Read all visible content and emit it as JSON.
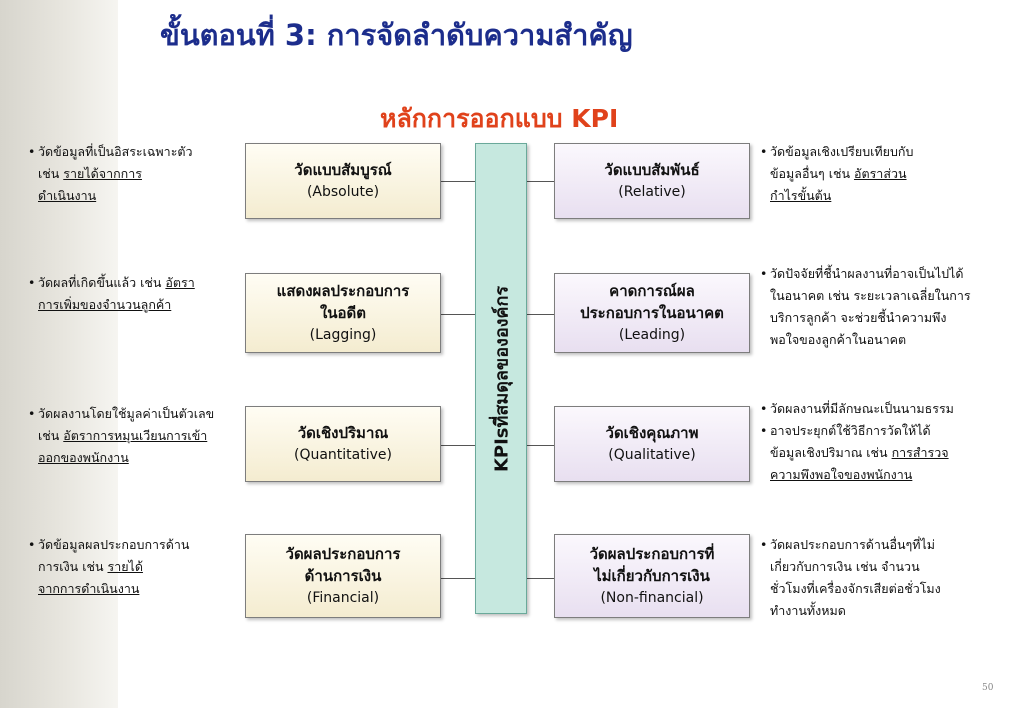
{
  "slide": {
    "title": "ขั้นตอนที่ 3: การจัดลำดับความสำคัญ",
    "subtitle": "หลักการออกแบบ KPI",
    "page_number": "50"
  },
  "center": {
    "label": "KPIsที่สมดุลขององค์กร"
  },
  "rows": [
    {
      "left": {
        "th": [
          "วัดแบบสัมบูรณ์"
        ],
        "en": "(Absolute)"
      },
      "right": {
        "th": [
          "วัดแบบสัมพันธ์"
        ],
        "en": "(Relative)"
      },
      "left_note": [
        [
          "วัดข้อมูลที่เป็นอิสระเฉพาะตัว"
        ],
        [
          "เช่น ",
          {
            "u": "รายได้จากการ"
          }
        ],
        [
          {
            "u": "ดำเนินงาน"
          }
        ]
      ],
      "right_note": [
        [
          "วัดข้อมูลเชิงเปรียบเทียบกับ"
        ],
        [
          "ข้อมูลอื่นๆ เช่น ",
          {
            "u": "อัตราส่วน"
          }
        ],
        [
          {
            "u": "กำไรขั้นต้น"
          }
        ]
      ]
    },
    {
      "left": {
        "th": [
          "แสดงผลประกอบการ",
          "ในอดีต"
        ],
        "en": "(Lagging)"
      },
      "right": {
        "th": [
          "คาดการณ์ผล",
          "ประกอบการในอนาคต"
        ],
        "en": "(Leading)"
      },
      "left_note": [
        [
          "วัดผลที่เกิดขึ้นแล้ว เช่น ",
          {
            "u": "อัตรา"
          }
        ],
        [
          {
            "u": "การเพิ่มของจำนวนลูกค้า"
          }
        ]
      ],
      "right_note": [
        [
          "วัดปัจจัยที่ชี้นำผลงานที่อาจเป็นไปได้"
        ],
        [
          "ในอนาคต เช่น ระยะเวลาเฉลี่ยในการ"
        ],
        [
          "บริการลูกค้า จะช่วยชี้นำความพึง"
        ],
        [
          "พอใจของลูกค้าในอนาคต"
        ]
      ]
    },
    {
      "left": {
        "th": [
          "วัดเชิงปริมาณ"
        ],
        "en": "(Quantitative)"
      },
      "right": {
        "th": [
          "วัดเชิงคุณภาพ"
        ],
        "en": "(Qualitative)"
      },
      "left_note": [
        [
          "วัดผลงานโดยใช้มูลค่าเป็นตัวเลข"
        ],
        [
          "เช่น ",
          {
            "u": "อัตราการหมุนเวียนการเข้า"
          }
        ],
        [
          {
            "u": "ออกของพนักงาน"
          }
        ]
      ],
      "right_note": [
        [
          "วัดผลงานที่มีลักษณะเป็นนามธรรม"
        ],
        [
          "อาจประยุกต์ใช้วิธีการวัดให้ได้"
        ],
        [
          "ข้อมูลเชิงปริมาณ เช่น  ",
          {
            "u": "การสำรวจ"
          }
        ],
        [
          {
            "u": "ความพึงพอใจของพนักงาน"
          }
        ]
      ]
    },
    {
      "left": {
        "th": [
          "วัดผลประกอบการ",
          "ด้านการเงิน"
        ],
        "en": "(Financial)"
      },
      "right": {
        "th": [
          "วัดผลประกอบการที่",
          "ไม่เกี่ยวกับการเงิน"
        ],
        "en": "(Non-financial)"
      },
      "left_note": [
        [
          "วัดข้อมูลผลประกอบการด้าน"
        ],
        [
          "การเงิน เช่น ",
          {
            "u": "รายได้"
          }
        ],
        [
          {
            "u": "จากการดำเนินงาน"
          }
        ]
      ],
      "right_note": [
        [
          "วัดผลประกอบการด้านอื่นๆที่ไม่"
        ],
        [
          "เกี่ยวกับการเงิน เช่น จำนวน"
        ],
        [
          "ชั่วโมงที่เครื่องจักรเสียต่อชั่วโมง"
        ],
        [
          "ทำงานทั้งหมด"
        ]
      ]
    }
  ]
}
